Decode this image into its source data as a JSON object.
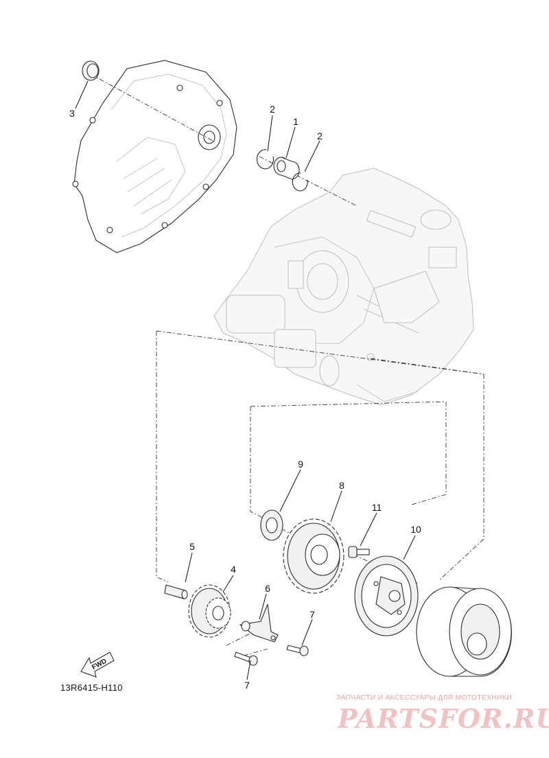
{
  "diagram": {
    "callouts": [
      "1",
      "2",
      "2",
      "3",
      "4",
      "5",
      "6",
      "7",
      "7",
      "8",
      "9",
      "10",
      "11"
    ],
    "fwd_label": "FWD",
    "drawing_code": "13R6415-H110"
  },
  "watermark": {
    "tagline": "ЗАПЧАСТИ И АКСЕССУАРЫ ДЛЯ МОТОТЕХНИКИ",
    "brand": "PARTSFOR.RU"
  }
}
